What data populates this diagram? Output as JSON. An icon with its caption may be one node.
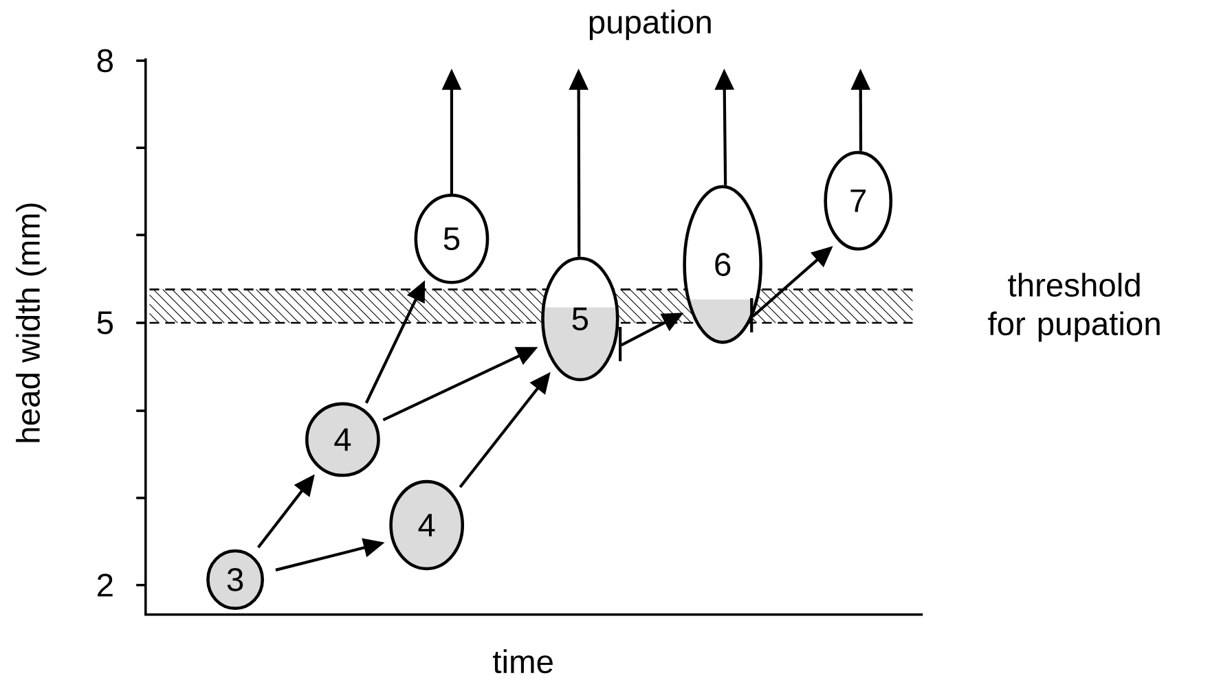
{
  "diagram": {
    "nodes": [
      {
        "text": [
          "3"
        ]
      },
      {
        "text": [
          "4"
        ]
      },
      {
        "text": [
          "4"
        ]
      },
      {
        "text": [
          "5"
        ]
      },
      {
        "text": [
          "5"
        ]
      },
      {
        "text": [
          "6"
        ]
      },
      {
        "text": [
          "7"
        ]
      }
    ],
    "edges": [
      {
        "from": 0,
        "to": 1,
        "arrow": "to"
      },
      {
        "from": 0,
        "to": 2,
        "arrow": "to"
      },
      {
        "from": 1,
        "to": 3,
        "arrow": "to"
      },
      {
        "from": 1,
        "to": 4,
        "arrow": "to"
      },
      {
        "from": 2,
        "to": 4,
        "arrow": "to"
      },
      {
        "from": 4,
        "to": 5,
        "arrow": "to"
      },
      {
        "from": 5,
        "to": 6,
        "arrow": "to"
      },
      {
        "from": 3,
        "to": null,
        "arrow": "to"
      },
      {
        "from": 4,
        "to": null,
        "arrow": "to"
      },
      {
        "from": 5,
        "to": null,
        "arrow": "to"
      },
      {
        "from": 6,
        "to": null,
        "arrow": "to"
      }
    ],
    "labels": [
      "pupation",
      "8",
      "threshold for pupation",
      "5",
      "2",
      "head width (mm)",
      "time"
    ]
  }
}
